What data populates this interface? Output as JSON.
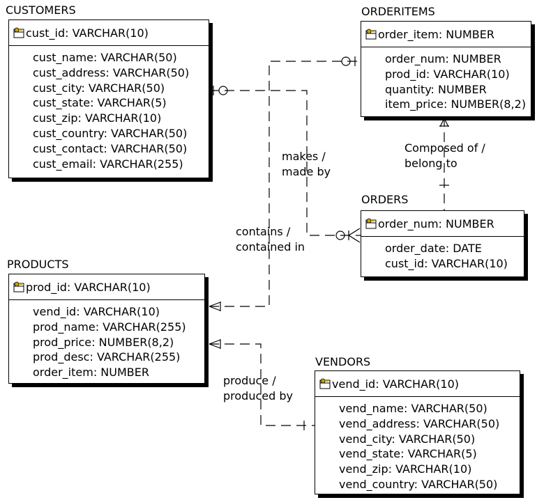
{
  "entities": {
    "customers": {
      "title": "CUSTOMERS",
      "pk": "cust_id: VARCHAR(10)",
      "attributes": [
        "cust_name: VARCHAR(50)",
        "cust_address: VARCHAR(50)",
        "cust_city: VARCHAR(50)",
        "cust_state: VARCHAR(5)",
        "cust_zip: VARCHAR(10)",
        "cust_country: VARCHAR(50)",
        "cust_contact: VARCHAR(50)",
        "cust_email: VARCHAR(255)"
      ]
    },
    "orderitems": {
      "title": "ORDERITEMS",
      "pk": "order_item: NUMBER",
      "attributes": [
        "order_num: NUMBER",
        "prod_id: VARCHAR(10)",
        "quantity: NUMBER",
        "item_price: NUMBER(8,2)"
      ]
    },
    "orders": {
      "title": "ORDERS",
      "pk": "order_num: NUMBER",
      "attributes": [
        "order_date: DATE",
        "cust_id: VARCHAR(10)"
      ]
    },
    "products": {
      "title": "PRODUCTS",
      "pk": "prod_id: VARCHAR(10)",
      "attributes": [
        "vend_id: VARCHAR(10)",
        "prod_name: VARCHAR(255)",
        "prod_price: NUMBER(8,2)",
        "prod_desc: VARCHAR(255)",
        "order_item: NUMBER"
      ]
    },
    "vendors": {
      "title": "VENDORS",
      "pk": "vend_id: VARCHAR(10)",
      "attributes": [
        "vend_name: VARCHAR(50)",
        "vend_address: VARCHAR(50)",
        "vend_city: VARCHAR(50)",
        "vend_state: VARCHAR(5)",
        "vend_zip: VARCHAR(10)",
        "vend_country: VARCHAR(50)"
      ]
    }
  },
  "relationships": {
    "makes": {
      "line1": "makes /",
      "line2": "made by"
    },
    "contains": {
      "line1": "contains /",
      "line2": "contained in"
    },
    "composed": {
      "line1": "Composed of /",
      "line2": "belong to"
    },
    "produce": {
      "line1": "produce /",
      "line2": "produced by"
    }
  },
  "colors": {
    "line": "#000000",
    "shadow": "#000000",
    "key_icon": "#c8a000"
  }
}
